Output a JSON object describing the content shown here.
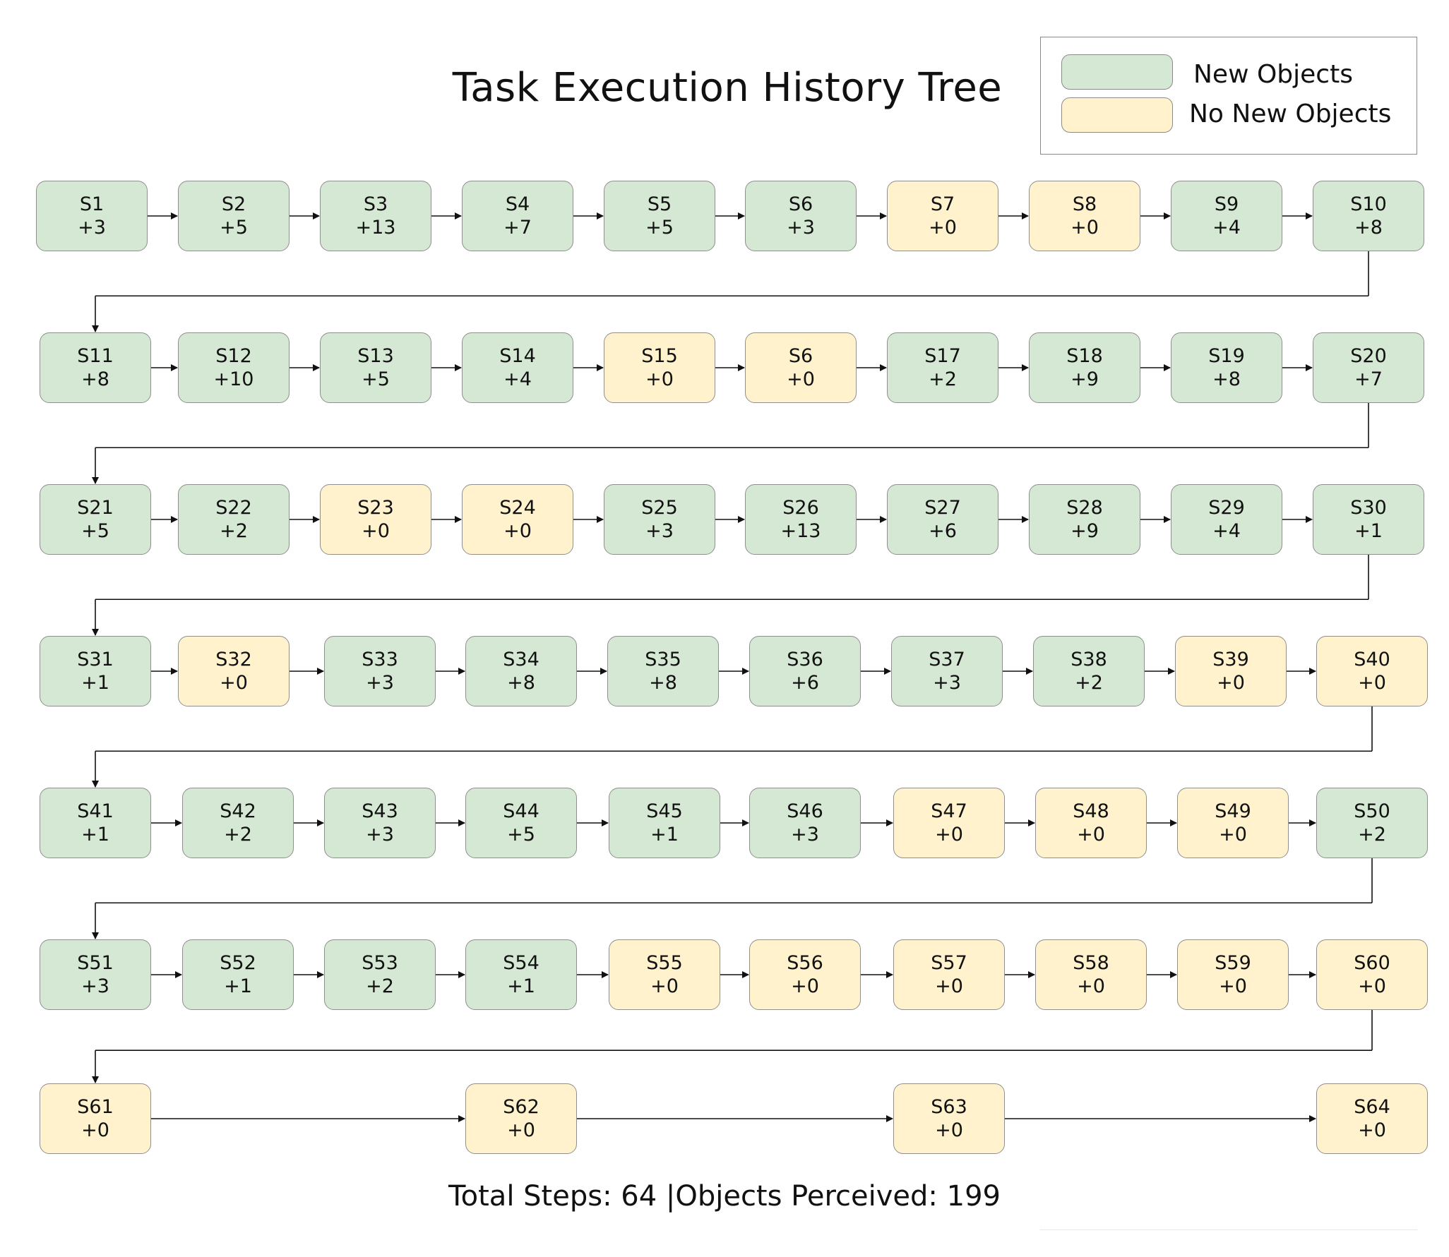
{
  "title": "Task Execution History Tree",
  "legend": {
    "items": [
      {
        "label": "New Objects",
        "color": "#d5e8d4"
      },
      {
        "label": "No New Objects",
        "color": "#fff2cc"
      }
    ]
  },
  "colors": {
    "new": "#d5e8d4",
    "none": "#fff2cc",
    "border": "#8f8f8f",
    "arrow": "#111111"
  },
  "steps": [
    {
      "id": "S1",
      "delta": "+3",
      "new": true
    },
    {
      "id": "S2",
      "delta": "+5",
      "new": true
    },
    {
      "id": "S3",
      "delta": "+13",
      "new": true
    },
    {
      "id": "S4",
      "delta": "+7",
      "new": true
    },
    {
      "id": "S5",
      "delta": "+5",
      "new": true
    },
    {
      "id": "S6",
      "delta": "+3",
      "new": true
    },
    {
      "id": "S7",
      "delta": "+0",
      "new": false
    },
    {
      "id": "S8",
      "delta": "+0",
      "new": false
    },
    {
      "id": "S9",
      "delta": "+4",
      "new": true
    },
    {
      "id": "S10",
      "delta": "+8",
      "new": true
    },
    {
      "id": "S11",
      "delta": "+8",
      "new": true
    },
    {
      "id": "S12",
      "delta": "+10",
      "new": true
    },
    {
      "id": "S13",
      "delta": "+5",
      "new": true
    },
    {
      "id": "S14",
      "delta": "+4",
      "new": true
    },
    {
      "id": "S15",
      "delta": "+0",
      "new": false
    },
    {
      "id": "S6",
      "delta": "+0",
      "new": false
    },
    {
      "id": "S17",
      "delta": "+2",
      "new": true
    },
    {
      "id": "S18",
      "delta": "+9",
      "new": true
    },
    {
      "id": "S19",
      "delta": "+8",
      "new": true
    },
    {
      "id": "S20",
      "delta": "+7",
      "new": true
    },
    {
      "id": "S21",
      "delta": "+5",
      "new": true
    },
    {
      "id": "S22",
      "delta": "+2",
      "new": true
    },
    {
      "id": "S23",
      "delta": "+0",
      "new": false
    },
    {
      "id": "S24",
      "delta": "+0",
      "new": false
    },
    {
      "id": "S25",
      "delta": "+3",
      "new": true
    },
    {
      "id": "S26",
      "delta": "+13",
      "new": true
    },
    {
      "id": "S27",
      "delta": "+6",
      "new": true
    },
    {
      "id": "S28",
      "delta": "+9",
      "new": true
    },
    {
      "id": "S29",
      "delta": "+4",
      "new": true
    },
    {
      "id": "S30",
      "delta": "+1",
      "new": true
    },
    {
      "id": "S31",
      "delta": "+1",
      "new": true
    },
    {
      "id": "S32",
      "delta": "+0",
      "new": false
    },
    {
      "id": "S33",
      "delta": "+3",
      "new": true
    },
    {
      "id": "S34",
      "delta": "+8",
      "new": true
    },
    {
      "id": "S35",
      "delta": "+8",
      "new": true
    },
    {
      "id": "S36",
      "delta": "+6",
      "new": true
    },
    {
      "id": "S37",
      "delta": "+3",
      "new": true
    },
    {
      "id": "S38",
      "delta": "+2",
      "new": true
    },
    {
      "id": "S39",
      "delta": "+0",
      "new": false
    },
    {
      "id": "S40",
      "delta": "+0",
      "new": false
    },
    {
      "id": "S41",
      "delta": "+1",
      "new": true
    },
    {
      "id": "S42",
      "delta": "+2",
      "new": true
    },
    {
      "id": "S43",
      "delta": "+3",
      "new": true
    },
    {
      "id": "S44",
      "delta": "+5",
      "new": true
    },
    {
      "id": "S45",
      "delta": "+1",
      "new": true
    },
    {
      "id": "S46",
      "delta": "+3",
      "new": true
    },
    {
      "id": "S47",
      "delta": "+0",
      "new": false
    },
    {
      "id": "S48",
      "delta": "+0",
      "new": false
    },
    {
      "id": "S49",
      "delta": "+0",
      "new": false
    },
    {
      "id": "S50",
      "delta": "+2",
      "new": true
    },
    {
      "id": "S51",
      "delta": "+3",
      "new": true
    },
    {
      "id": "S52",
      "delta": "+1",
      "new": true
    },
    {
      "id": "S53",
      "delta": "+2",
      "new": true
    },
    {
      "id": "S54",
      "delta": "+1",
      "new": true
    },
    {
      "id": "S55",
      "delta": "+0",
      "new": false
    },
    {
      "id": "S56",
      "delta": "+0",
      "new": false
    },
    {
      "id": "S57",
      "delta": "+0",
      "new": false
    },
    {
      "id": "S58",
      "delta": "+0",
      "new": false
    },
    {
      "id": "S59",
      "delta": "+0",
      "new": false
    },
    {
      "id": "S60",
      "delta": "+0",
      "new": false
    },
    {
      "id": "S61",
      "delta": "+0",
      "new": false
    },
    {
      "id": "S62",
      "delta": "+0",
      "new": false
    },
    {
      "id": "S63",
      "delta": "+0",
      "new": false
    },
    {
      "id": "S64",
      "delta": "+0",
      "new": false
    }
  ],
  "footer": {
    "text": "Total Steps: 64 |Objects Perceived: 199"
  }
}
